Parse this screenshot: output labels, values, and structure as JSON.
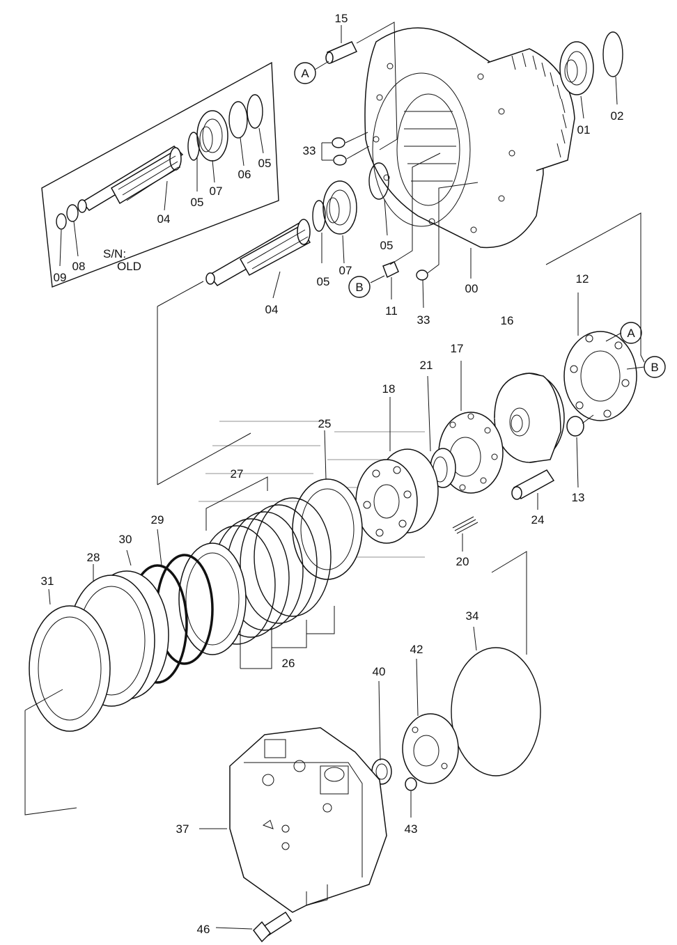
{
  "serial_note": {
    "line1": "S/N:",
    "line2": "OLD"
  },
  "callouts": {
    "15": "15",
    "01": "01",
    "02": "02",
    "33a": "33",
    "05a": "05",
    "06": "06",
    "07a": "07",
    "05b": "05",
    "04a": "04",
    "08": "08",
    "09": "09",
    "05c": "05",
    "07b": "07",
    "04b": "04",
    "05d": "05",
    "11": "11",
    "33b": "33",
    "00": "00",
    "12": "12",
    "16": "16",
    "17": "17",
    "21": "21",
    "18": "18",
    "25": "25",
    "13": "13",
    "24": "24",
    "20": "20",
    "27": "27",
    "29": "29",
    "30": "30",
    "28": "28",
    "31": "31",
    "26": "26",
    "34": "34",
    "40": "40",
    "42": "42",
    "43": "43",
    "37": "37",
    "46": "46"
  },
  "ref_markers": {
    "A1": "A",
    "B1": "B",
    "A2": "A",
    "B2": "B"
  }
}
